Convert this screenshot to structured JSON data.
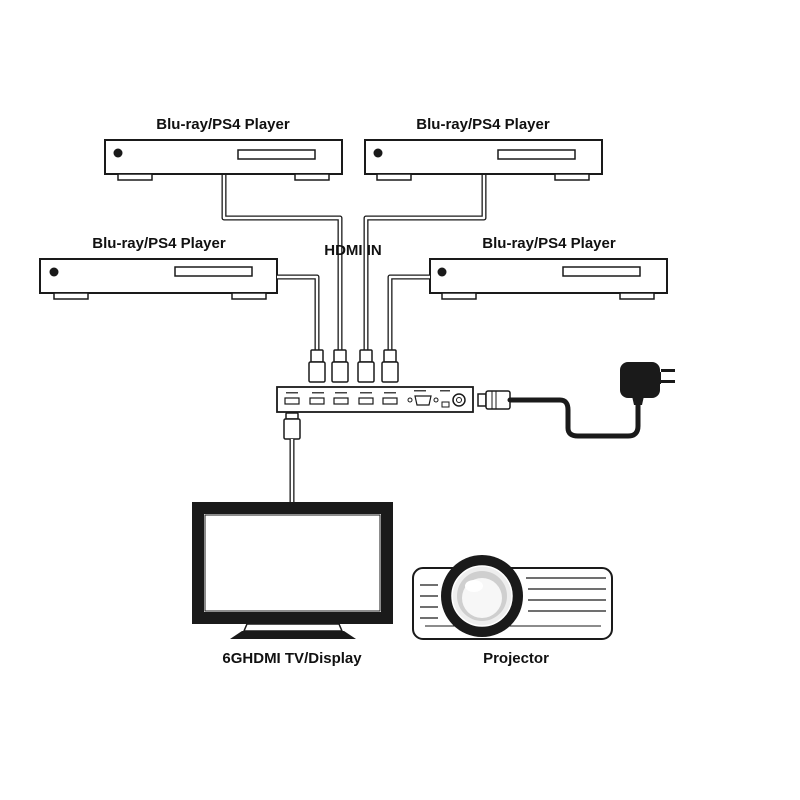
{
  "labels": {
    "player_top_left": "Blu-ray/PS4 Player",
    "player_top_right": "Blu-ray/PS4 Player",
    "player_mid_left": "Blu-ray/PS4 Player",
    "player_mid_right": "Blu-ray/PS4 Player",
    "hdmi_in": "HDMI IN",
    "tv": "6GHDMI TV/Display",
    "projector": "Projector"
  },
  "colors": {
    "line": "#1a1a1a",
    "cable_fill": "#ffffff",
    "background": "#ffffff"
  }
}
